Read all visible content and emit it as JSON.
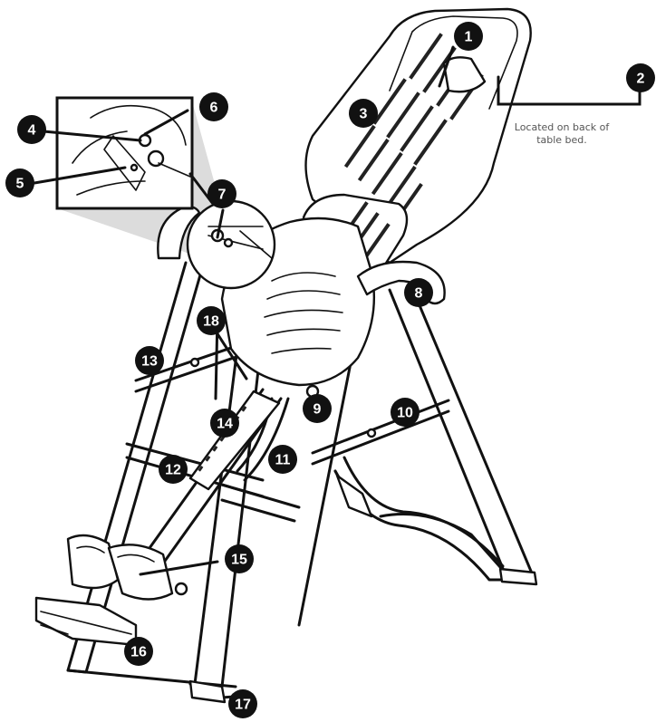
{
  "callouts": [
    {
      "number": "1"
    },
    {
      "number": "2"
    },
    {
      "number": "3"
    },
    {
      "number": "4"
    },
    {
      "number": "5"
    },
    {
      "number": "6"
    },
    {
      "number": "7"
    },
    {
      "number": "8"
    },
    {
      "number": "9"
    },
    {
      "number": "10"
    },
    {
      "number": "11"
    },
    {
      "number": "12"
    },
    {
      "number": "13"
    },
    {
      "number": "14"
    },
    {
      "number": "15"
    },
    {
      "number": "16"
    },
    {
      "number": "17"
    },
    {
      "number": "18"
    }
  ],
  "notes": {
    "back_of_bed_line1": "Located on back of",
    "back_of_bed_line2": "table bed."
  },
  "colors": {
    "ink": "#111111",
    "zoom_shade": "#dcdcdc",
    "note_text": "#555555"
  }
}
